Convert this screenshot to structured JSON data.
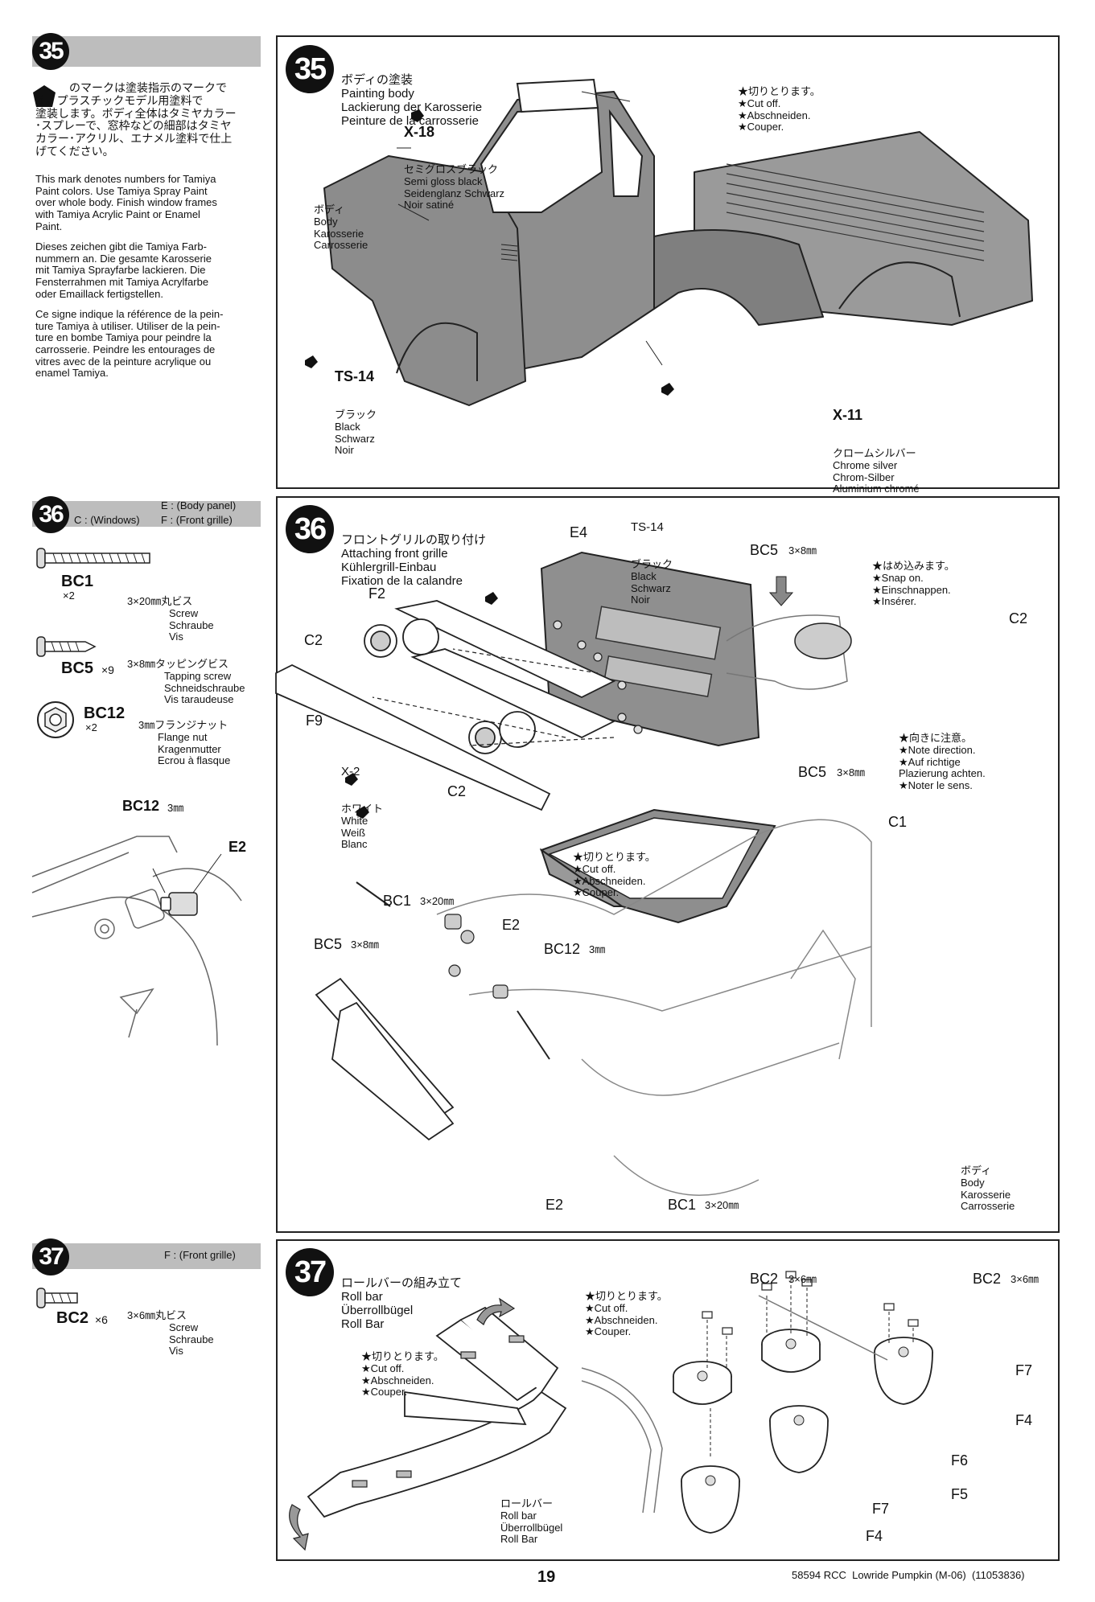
{
  "step35": {
    "number": "35",
    "sidebar_ja": "のマークは塗装指示のマークで\nす。プラスチックモデル用塗料で\n塗装します。ボディ全体はタミヤカラー\n･スプレーで、窓枠などの細部はタミヤ\nカラー･アクリル、エナメル塗料で仕上\nげてください。",
    "sidebar_en": "This mark denotes numbers for Tamiya\nPaint colors. Use Tamiya Spray Paint\nover whole body. Finish window frames\nwith Tamiya Acrylic Paint or Enamel\nPaint.",
    "sidebar_de": "Dieses zeichen gibt die Tamiya Farb-\nnummern an. Die gesamte Karosserie\nmit Tamiya Sprayfarbe lackieren. Die\nFensterrahmen mit Tamiya Acrylfarbe\noder Emaillack fertigstellen.",
    "sidebar_fr": "Ce signe indique la référence de la pein-\nture Tamiya à utiliser. Utiliser de la pein-\nture en bombe Tamiya pour peindre la\ncarrosserie. Peindre les entourages de\nvitres avec de la peinture acrylique ou\nenamel Tamiya.",
    "title": [
      "ボディの塗装",
      "Painting body",
      "Lackierung der Karosserie",
      "Peinture de la carrosserie"
    ],
    "cut_off": [
      "★切りとります。",
      "★Cut off.",
      "★Abschneiden.",
      "★Couper."
    ],
    "x18": {
      "code": "X-18",
      "lines": [
        "セミグロスブラック",
        "Semi gloss black",
        "Seidenglanz Schwarz",
        "Noir satiné"
      ]
    },
    "body": [
      "ボディ",
      "Body",
      "Karosserie",
      "Carrosserie"
    ],
    "ts14": {
      "code": "TS-14",
      "lines": [
        "ブラック",
        "Black",
        "Schwarz",
        "Noir"
      ]
    },
    "x11": {
      "code": "X-11",
      "lines": [
        "クロームシルバー",
        "Chrome silver",
        "Chrom-Silber",
        "Aluminium chromé"
      ]
    }
  },
  "step36": {
    "number": "36",
    "header_e": "E : (Body panel)",
    "header_c": "C : (Windows)",
    "header_f": "F : (Front grille)",
    "bc1": {
      "code": "BC1",
      "qty": "×2",
      "lines": [
        "3×20㎜丸ビス",
        "Screw",
        "Schraube",
        "Vis"
      ]
    },
    "bc5": {
      "code": "BC5",
      "qty": "×9",
      "lines": [
        "3×8㎜タッピングビス",
        "Tapping screw",
        "Schneidschraube",
        "Vis taraudeuse"
      ]
    },
    "bc12": {
      "code": "BC12",
      "qty": "×2",
      "lines": [
        "3㎜フランジナット",
        "Flange nut",
        "Kragenmutter",
        "Ecrou à flasque"
      ]
    },
    "detail_bc12": "BC12",
    "detail_bc12_size": "3㎜",
    "detail_e2": "E2",
    "title": [
      "フロントグリルの取り付け",
      "Attaching front grille",
      "Kühlergrill-Einbau",
      "Fixation de la calandre"
    ],
    "labels": {
      "e4": "E4",
      "f2": "F2",
      "c2a": "C2",
      "f9": "F9",
      "c2b": "C2",
      "c2c": "C2",
      "c1": "C1",
      "bc5a": "BC5",
      "bc5a_size": "3×8㎜",
      "bc5b": "BC5",
      "bc5b_size": "3×8㎜",
      "bc5c": "BC5",
      "bc5c_size": "3×8㎜",
      "bc1a": "BC1",
      "bc1a_size": "3×20㎜",
      "bc1b": "BC1",
      "bc1b_size": "3×20㎜",
      "e2a": "E2",
      "e2b": "E2",
      "bc12": "BC12",
      "bc12_size": "3㎜"
    },
    "ts14": {
      "code": "TS-14",
      "lines": [
        "ブラック",
        "Black",
        "Schwarz",
        "Noir"
      ]
    },
    "x2": {
      "code": "X-2",
      "lines": [
        "ホワイト",
        "White",
        "Weiß",
        "Blanc"
      ]
    },
    "snap_on": [
      "★はめ込みます。",
      "★Snap on.",
      "★Einschnappen.",
      "★Insérer."
    ],
    "note_direction": [
      "★向きに注意。",
      "★Note direction.",
      "★Auf richtige",
      "Plazierung achten.",
      "★Noter le sens."
    ],
    "cut_off": [
      "★切りとります。",
      "★Cut off.",
      "★Abschneiden.",
      "★Couper."
    ],
    "body": [
      "ボディ",
      "Body",
      "Karosserie",
      "Carrosserie"
    ]
  },
  "step37": {
    "number": "37",
    "header_f": "F : (Front grille)",
    "bc2": {
      "code": "BC2",
      "qty": "×6",
      "lines": [
        "3×6㎜丸ビス",
        "Screw",
        "Schraube",
        "Vis"
      ]
    },
    "title": [
      "ロールバーの組み立て",
      "Roll bar",
      "Überrollbügel",
      "Roll Bar"
    ],
    "cut_off_a": [
      "★切りとります。",
      "★Cut off.",
      "★Abschneiden.",
      "★Couper."
    ],
    "cut_off_b": [
      "★切りとります。",
      "★Cut off.",
      "★Abschneiden.",
      "★Couper."
    ],
    "rollbar": [
      "ロールバー",
      "Roll bar",
      "Überrollbügel",
      "Roll Bar"
    ],
    "labels": {
      "bc2a": "BC2",
      "bc2a_size": "3×6㎜",
      "bc2b": "BC2",
      "bc2b_size": "3×6㎜",
      "f7a": "F7",
      "f4a": "F4",
      "f6": "F6",
      "f5": "F5",
      "f7b": "F7",
      "f4b": "F4"
    }
  },
  "footer": {
    "page": "19",
    "product": "58594 RCC  Lowride Pumpkin (M-06)  (11053836)"
  }
}
